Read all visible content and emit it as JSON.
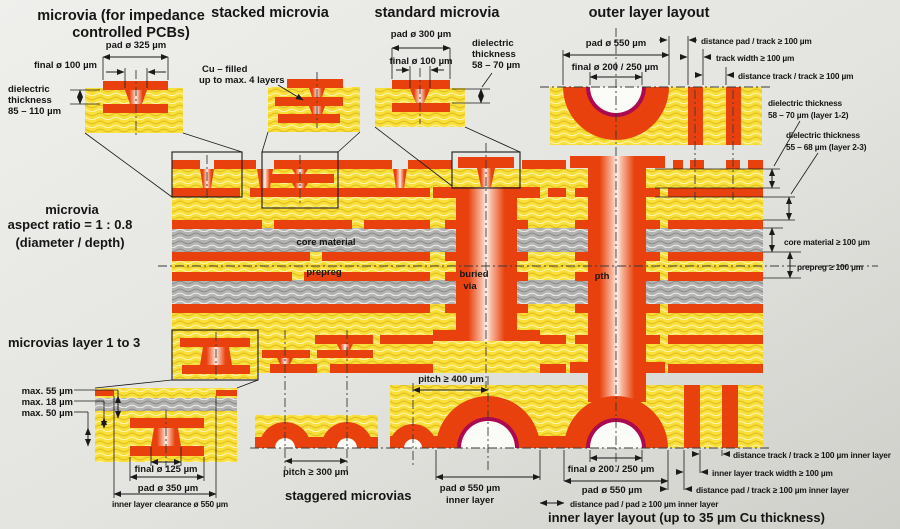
{
  "top_left": {
    "title1": "microvia (for impedance",
    "title2": "controlled PCBs)",
    "pad": "pad ø 325 µm",
    "final": "final ø 100 µm",
    "d1": "dielectric",
    "d2": "thickness",
    "d3": "85 – 110 µm"
  },
  "stacked": {
    "title": "stacked microvia",
    "cu1": "Cu – filled",
    "cu2": "up to max. 4 layers"
  },
  "standard": {
    "title": "standard microvia",
    "pad": "pad ø 300 µm",
    "final": "final ø 100 µm",
    "d1": "dielectric",
    "d2": "thickness",
    "d3": "58 – 70 µm"
  },
  "outer": {
    "title": "outer layer layout",
    "pad": "pad ø 550 µm",
    "final": "final ø 200 / 250 µm",
    "dist_pad_track": "distance pad / track   ≥ 100 µm",
    "track_width": "track width  ≥  100 µm",
    "dist_track_track": "distance track / track   ≥ 100 µm",
    "d12a": "dielectric thickness",
    "d12b": "58 – 70 µm (layer 1-2)",
    "d23a": "dielectric thickness",
    "d23b": "55 – 68 µm (layer 2-3)"
  },
  "aspect": {
    "l1": "microvia",
    "l2": "aspect ratio = 1 : 0.8",
    "l3": "(diameter / depth)"
  },
  "board": {
    "core": "core material",
    "prepreg": "prepreg",
    "buried1": "buried",
    "buried2": "via",
    "pth": "pth",
    "core_dim": "core material  ≥ 100 µm",
    "prepreg_dim": "prepreg  ≥ 100 µm"
  },
  "layer13": {
    "title": "microvias layer 1 to 3",
    "max55": "max. 55 µm",
    "max18": "max. 18 µm",
    "max50": "max. 50 µm",
    "final": "final ø 125 µm",
    "pad": "pad ø 350 µm",
    "clearance": "inner layer clearance ø 550 µm"
  },
  "staggered": {
    "title": "staggered microvias",
    "pitch": "pitch  ≥  300 µm"
  },
  "inner": {
    "pitch400": "pitch ≥ 400 µm",
    "pad550a": "pad ø 550 µm",
    "pad550b": "inner layer",
    "final": "final ø 200 / 250 µm",
    "pad": "pad ø 550 µm",
    "dist_track_track": "distance track / track ≥ 100 µm inner layer",
    "track_width": "inner layer track width   ≥ 100 µm",
    "dist_pad_track": "distance pad / track   ≥ 100 µm inner layer",
    "dist_pad_pad": "distance pad / pad   ≥ 100 µm inner layer",
    "title": "inner layer layout (up to 35 µm Cu thickness)"
  },
  "colors": {
    "copper": "#e8410d",
    "dielectric": "#f8df3a",
    "core": "#b3b3b1",
    "ring": "#ac0a50"
  }
}
